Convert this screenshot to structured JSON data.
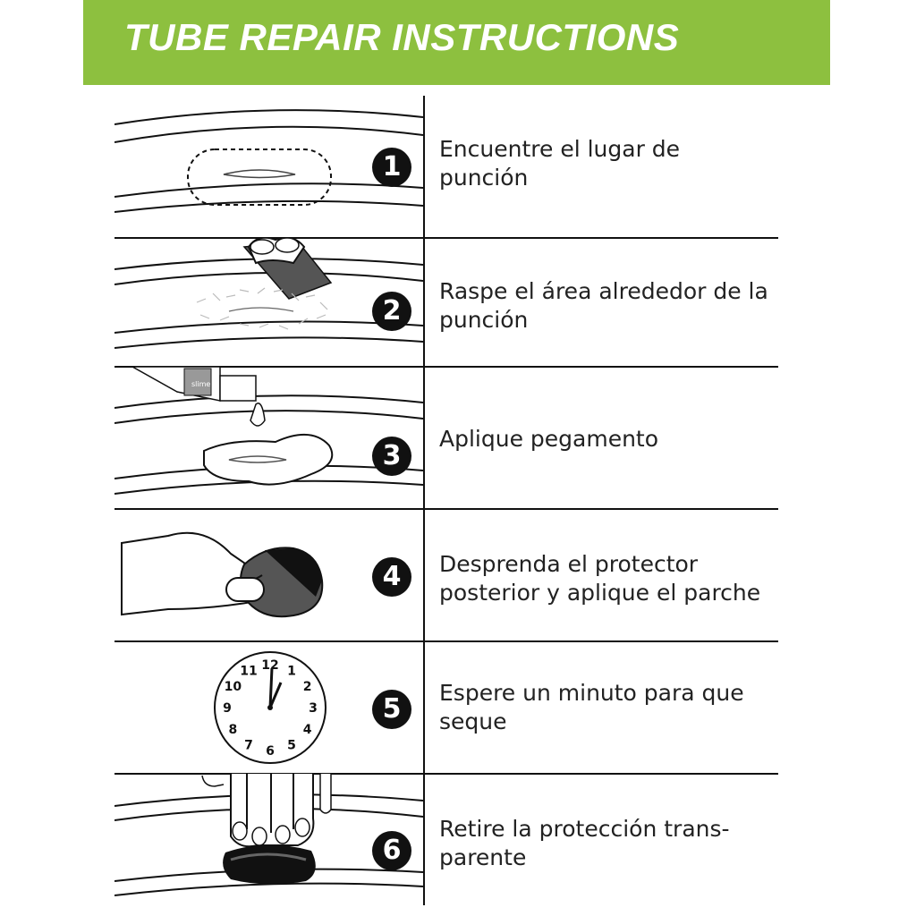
{
  "header": {
    "title": "TUBE REPAIR INSTRUCTIONS",
    "color": "#8dc03f"
  },
  "steps": [
    {
      "number": "1",
      "text": "Encuentre el lugar de\npunción"
    },
    {
      "number": "2",
      "text": "Raspe el área alrededor de la\npunción"
    },
    {
      "number": "3",
      "text": "Aplique pegamento"
    },
    {
      "number": "4",
      "text": "Desprenda el protector\nposterior y aplique el parche"
    },
    {
      "number": "5",
      "text": "Espere un minuto para que\nseque"
    },
    {
      "number": "6",
      "text": "Retire la protección trans-\nparente"
    }
  ],
  "clock": {
    "numerals": [
      "12",
      "1",
      "2",
      "3",
      "4",
      "5",
      "6",
      "7",
      "8",
      "9",
      "10",
      "11"
    ]
  },
  "tube_label": "slime"
}
